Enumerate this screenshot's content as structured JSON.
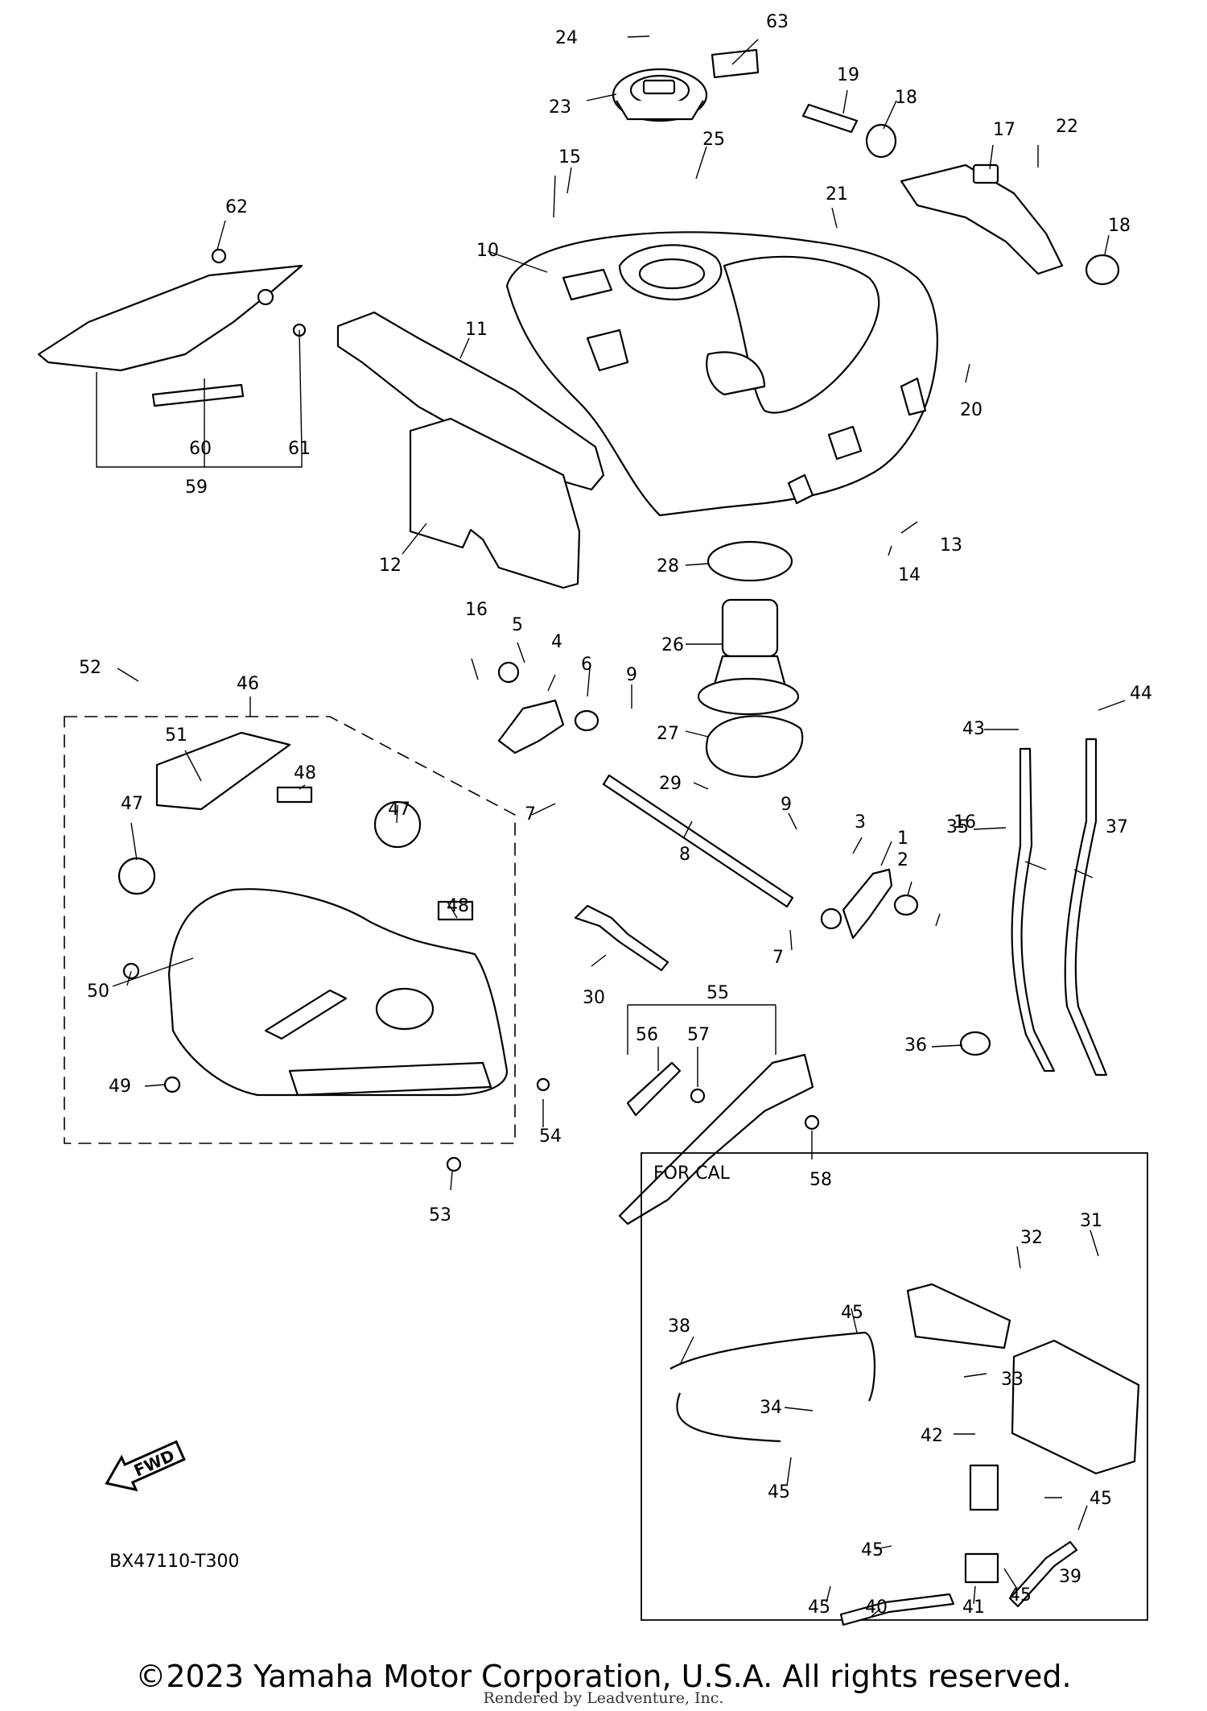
{
  "diagram": {
    "part_code": "BX47110-T300",
    "fwd_label": "FWD",
    "cal_box_title": "FOR CAL",
    "labels": [
      "1",
      "2",
      "3",
      "4",
      "5",
      "6",
      "7",
      "7",
      "8",
      "9",
      "9",
      "10",
      "11",
      "12",
      "13",
      "14",
      "15",
      "16",
      "16",
      "17",
      "18",
      "18",
      "19",
      "20",
      "21",
      "22",
      "23",
      "24",
      "25",
      "26",
      "27",
      "28",
      "29",
      "30",
      "31",
      "32",
      "33",
      "34",
      "35",
      "36",
      "37",
      "38",
      "39",
      "40",
      "41",
      "42",
      "43",
      "44",
      "45",
      "45",
      "45",
      "45",
      "45",
      "45",
      "46",
      "47",
      "47",
      "48",
      "48",
      "49",
      "50",
      "51",
      "52",
      "53",
      "54",
      "55",
      "56",
      "57",
      "58",
      "59",
      "60",
      "61",
      "62",
      "63"
    ]
  },
  "footer": {
    "copyright": "©2023 Yamaha Motor Corporation, U.S.A. All rights reserved.",
    "rendered_by": "Rendered by Leadventure, Inc."
  }
}
